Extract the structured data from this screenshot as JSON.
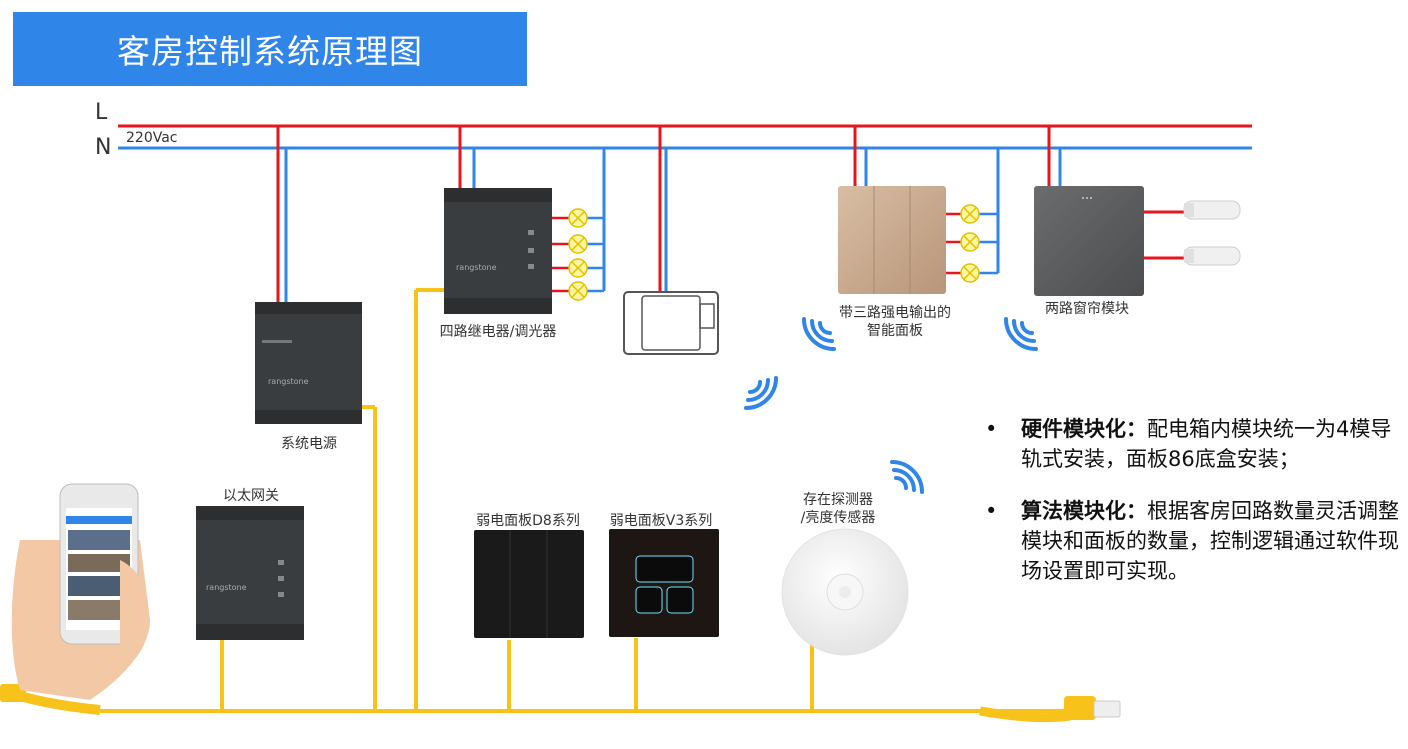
{
  "title": "客房控制系统原理图",
  "power_lines": {
    "live": "L",
    "neutral": "N",
    "voltage": "220Vac"
  },
  "devices": {
    "system_power": "系统电源",
    "four_relay": "四路继电器/调光器",
    "smart_panel_line1": "带三路强电输出的",
    "smart_panel_line2": "智能面板",
    "curtain_module": "两路窗帘模块",
    "ethernet_gateway": "以太网关",
    "panel_d8": "弱电面板D8系列",
    "panel_v3": "弱电面板V3系列",
    "sensor_line1": "存在探测器",
    "sensor_line2": "/亮度传感器"
  },
  "bullets": [
    {
      "head": "硬件模块化：",
      "body": "配电箱内模块统一为4模导轨式安装，面板86底盒安装；"
    },
    {
      "head": "算法模块化：",
      "body": "根据客房回路数量灵活调整模块和面板的数量，控制逻辑通过软件现场设置即可实现。"
    }
  ],
  "colors": {
    "live": "#e8141e",
    "neutral": "#2f86e8",
    "bus": "#f7c21a",
    "title_bg": "#2f86e8",
    "module": "#3a3d40",
    "gold_panel": "#c9a98a"
  }
}
